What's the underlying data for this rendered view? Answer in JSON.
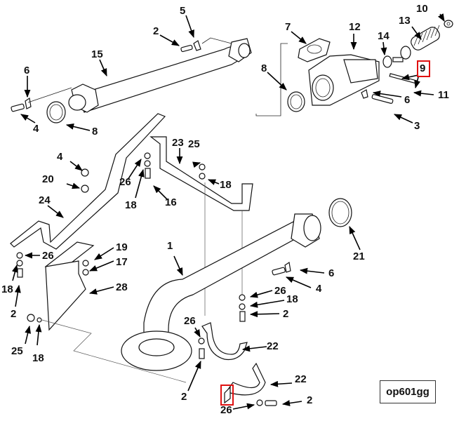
{
  "diagram": {
    "reference_code": "op601gg",
    "highlight_color": "#e01010",
    "highlighted_callouts": [
      "9",
      "26-bottom-clamp-part"
    ],
    "callouts": [
      {
        "id": "c5",
        "text": "5"
      },
      {
        "id": "c2a",
        "text": "2"
      },
      {
        "id": "c15",
        "text": "15"
      },
      {
        "id": "c6a",
        "text": "6"
      },
      {
        "id": "c4a",
        "text": "4"
      },
      {
        "id": "c8a",
        "text": "8"
      },
      {
        "id": "c7",
        "text": "7"
      },
      {
        "id": "c12",
        "text": "12"
      },
      {
        "id": "c14",
        "text": "14"
      },
      {
        "id": "c13",
        "text": "13"
      },
      {
        "id": "c10",
        "text": "10"
      },
      {
        "id": "c8b",
        "text": "8"
      },
      {
        "id": "c9",
        "text": "9"
      },
      {
        "id": "c11",
        "text": "11"
      },
      {
        "id": "c6b",
        "text": "6"
      },
      {
        "id": "c3",
        "text": "3"
      },
      {
        "id": "c4b",
        "text": "4"
      },
      {
        "id": "c20",
        "text": "20"
      },
      {
        "id": "c24",
        "text": "24"
      },
      {
        "id": "c26a",
        "text": "26"
      },
      {
        "id": "c18a",
        "text": "18"
      },
      {
        "id": "c16",
        "text": "16"
      },
      {
        "id": "c23",
        "text": "23"
      },
      {
        "id": "c25a",
        "text": "25"
      },
      {
        "id": "c18b",
        "text": "18"
      },
      {
        "id": "c21",
        "text": "21"
      },
      {
        "id": "c26b",
        "text": "26"
      },
      {
        "id": "c18c",
        "text": "18"
      },
      {
        "id": "c2b",
        "text": "2"
      },
      {
        "id": "c19",
        "text": "19"
      },
      {
        "id": "c17",
        "text": "17"
      },
      {
        "id": "c28",
        "text": "28"
      },
      {
        "id": "c1",
        "text": "1"
      },
      {
        "id": "c6c",
        "text": "6"
      },
      {
        "id": "c4c",
        "text": "4"
      },
      {
        "id": "c26c",
        "text": "26"
      },
      {
        "id": "c18d",
        "text": "18"
      },
      {
        "id": "c2c",
        "text": "2"
      },
      {
        "id": "c25b",
        "text": "25"
      },
      {
        "id": "c18e",
        "text": "18"
      },
      {
        "id": "c26d",
        "text": "26"
      },
      {
        "id": "c22a",
        "text": "22"
      },
      {
        "id": "c2d",
        "text": "2"
      },
      {
        "id": "c22b",
        "text": "22"
      },
      {
        "id": "c2e",
        "text": "2"
      },
      {
        "id": "c26e",
        "text": "26"
      }
    ]
  }
}
